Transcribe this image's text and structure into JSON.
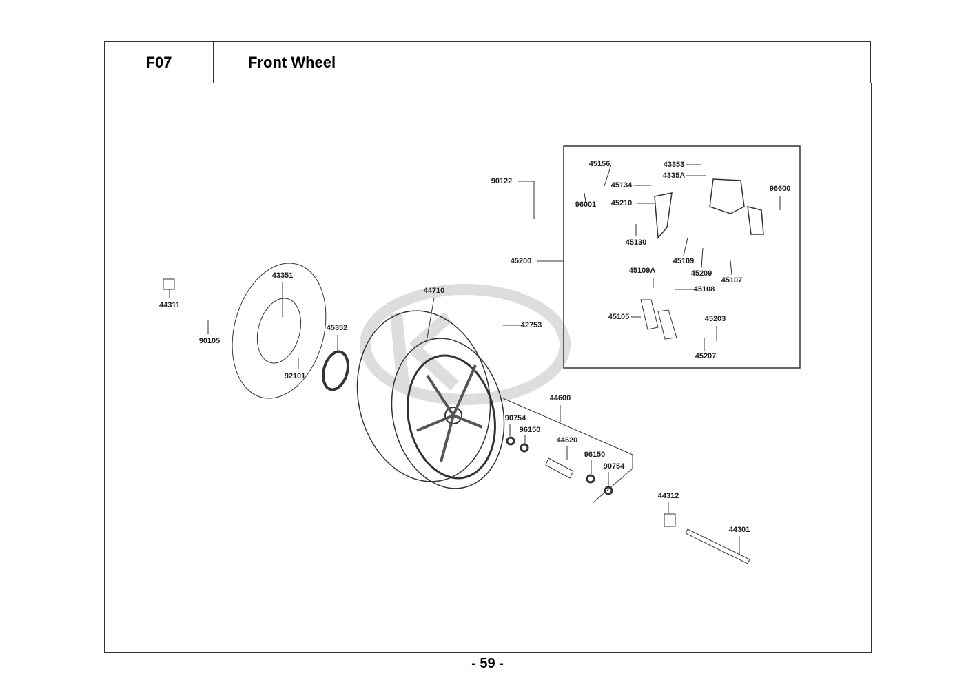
{
  "header": {
    "code": "F07",
    "title": "Front Wheel"
  },
  "watermark": "KYMCO",
  "labels": [
    "90122",
    "45156",
    "43353",
    "4335A",
    "45134",
    "96001",
    "45210",
    "96600",
    "45130",
    "45200",
    "45109",
    "45209",
    "45107",
    "45109A",
    "45108",
    "45105",
    "45203",
    "45207",
    "42753",
    "43351",
    "44311",
    "90105",
    "45352",
    "92101",
    "44710",
    "44600",
    "90754",
    "96150",
    "44620",
    "96150",
    "90754",
    "44312",
    "44301"
  ],
  "page_number": "- 59 -"
}
